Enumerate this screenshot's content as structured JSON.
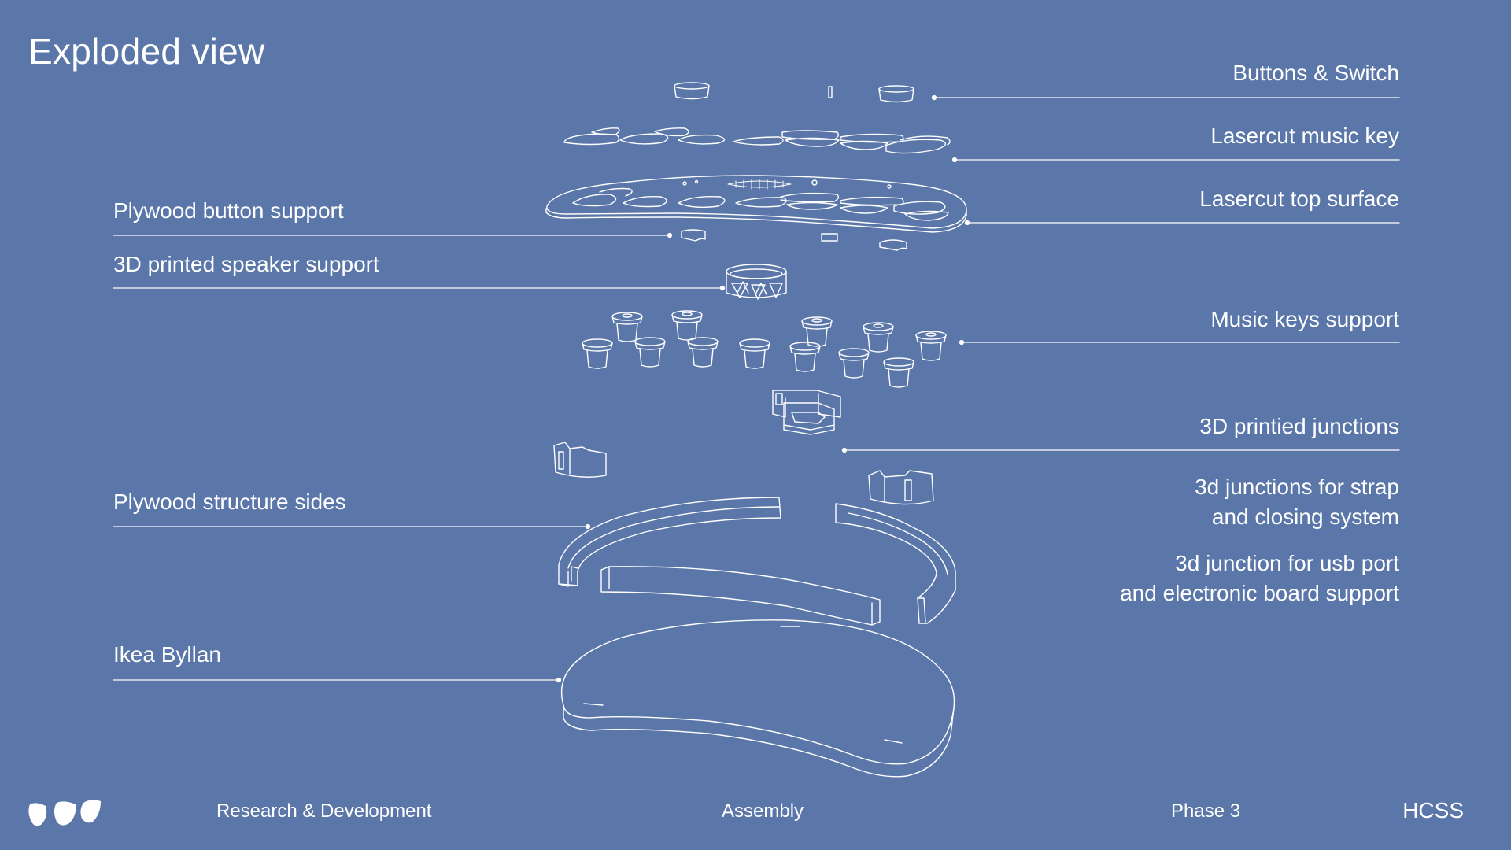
{
  "slide": {
    "title": "Exploded view"
  },
  "labels": {
    "buttons_switch": "Buttons & Switch",
    "lasercut_music_key": "Lasercut music key",
    "lasercut_top_surface": "Lasercut top surface",
    "plywood_button_support": "Plywood button support",
    "speaker_support": "3D printed speaker support",
    "music_keys_support": "Music keys support",
    "printed_junctions": "3D printied junctions",
    "strap_junctions_line1": "3d junctions for strap",
    "strap_junctions_line2": "and closing system",
    "usb_junction_line1": "3d junction for usb port",
    "usb_junction_line2": "and electronic board support",
    "plywood_sides": "Plywood structure sides",
    "ikea_byllan": "Ikea Byllan"
  },
  "footer": {
    "section": "Research & Development",
    "topic": "Assembly",
    "phase": "Phase 3",
    "brand": "HCSS"
  },
  "colors": {
    "background": "#5b77a9",
    "line": "#ffffff"
  },
  "icons": {
    "logo": "three-petal-logo"
  }
}
